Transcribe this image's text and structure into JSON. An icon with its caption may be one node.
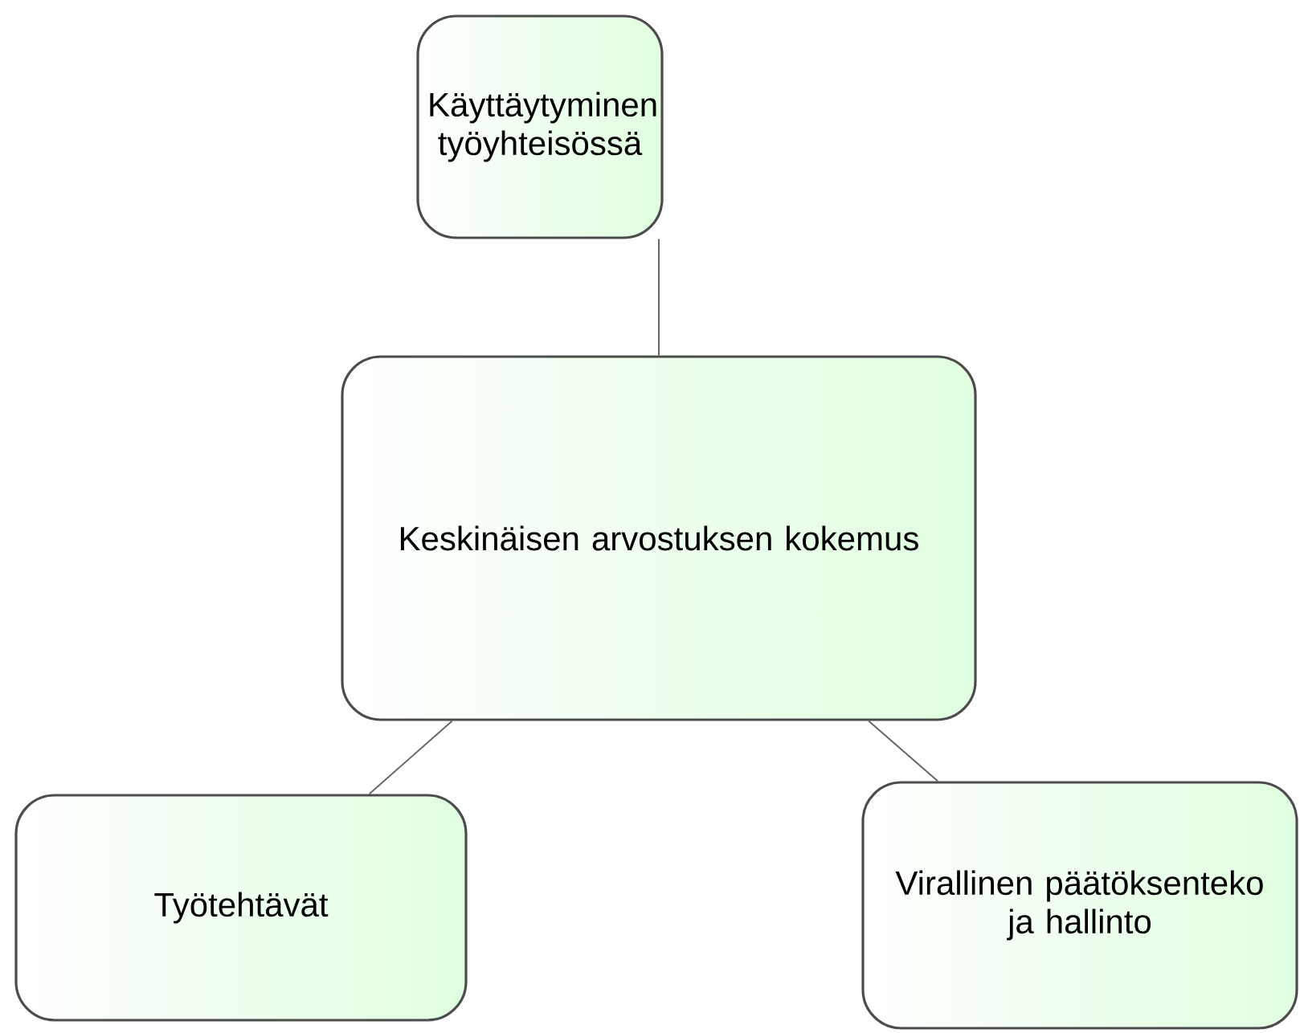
{
  "diagram": {
    "nodes": [
      {
        "text": [
          "Käyttäytyminen työyhteisössä"
        ]
      },
      {
        "text": [
          "Keskinäisen arvostuksen kokemus"
        ]
      },
      {
        "text": [
          "Työtehtävät"
        ]
      },
      {
        "text": [
          "Virallinen päätöksenteko ja hallinto"
        ]
      }
    ],
    "edges": [
      {
        "from": 1,
        "to": 0,
        "arrow": "none"
      },
      {
        "from": 1,
        "to": 2,
        "arrow": "none"
      },
      {
        "from": 1,
        "to": 3,
        "arrow": "none"
      }
    ]
  }
}
